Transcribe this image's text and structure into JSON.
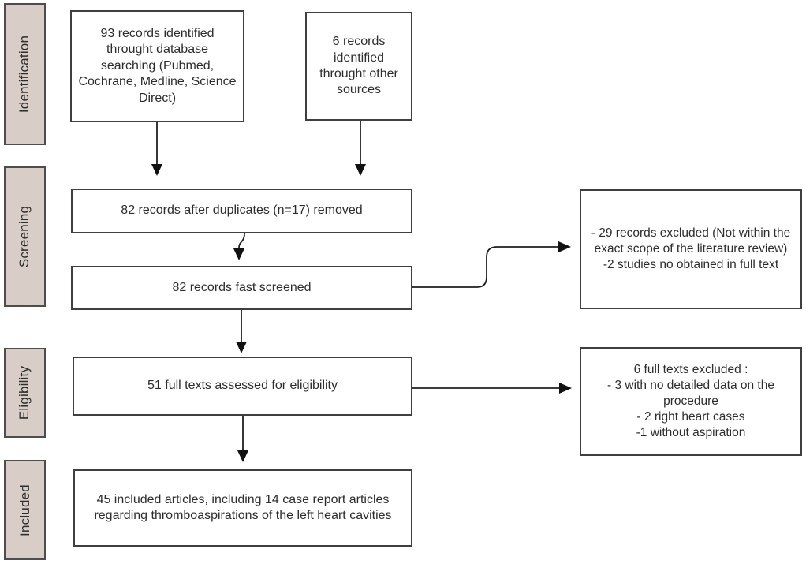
{
  "diagram": {
    "type": "prisma-flow",
    "stages": [
      {
        "label": "Identification"
      },
      {
        "label": "Screening"
      },
      {
        "label": "Eligibility"
      },
      {
        "label": "Included"
      }
    ],
    "nodes": {
      "records_database": "93 records identified throught database searching (Pubmed, Cochrane, Medline, Science Direct)",
      "records_other": "6 records identified throught other sources",
      "after_duplicates": "82 records after duplicates (n=17) removed",
      "fast_screened": "82 records fast screened",
      "full_texts_assessed": "51 full texts assessed for eligibility",
      "included_articles": "45 included articles, including 14 case report articles regarding thromboaspirations of the left heart cavities",
      "excluded_screening": "- 29 records excluded (Not within the exact scope of the literature review)\n-2 studies no obtained in full text",
      "excluded_full_text": "6 full texts excluded :\n- 3 with no detailed data on the procedure\n- 2 right heart cases\n-1 without aspiration"
    },
    "colors": {
      "stage_fill": "#d8cec7",
      "stage_border": "#4d4d4d",
      "node_border": "#3f3f3f",
      "arrow": "#1f1f1f",
      "text": "#2d2d2d",
      "background": "#ffffff"
    }
  }
}
